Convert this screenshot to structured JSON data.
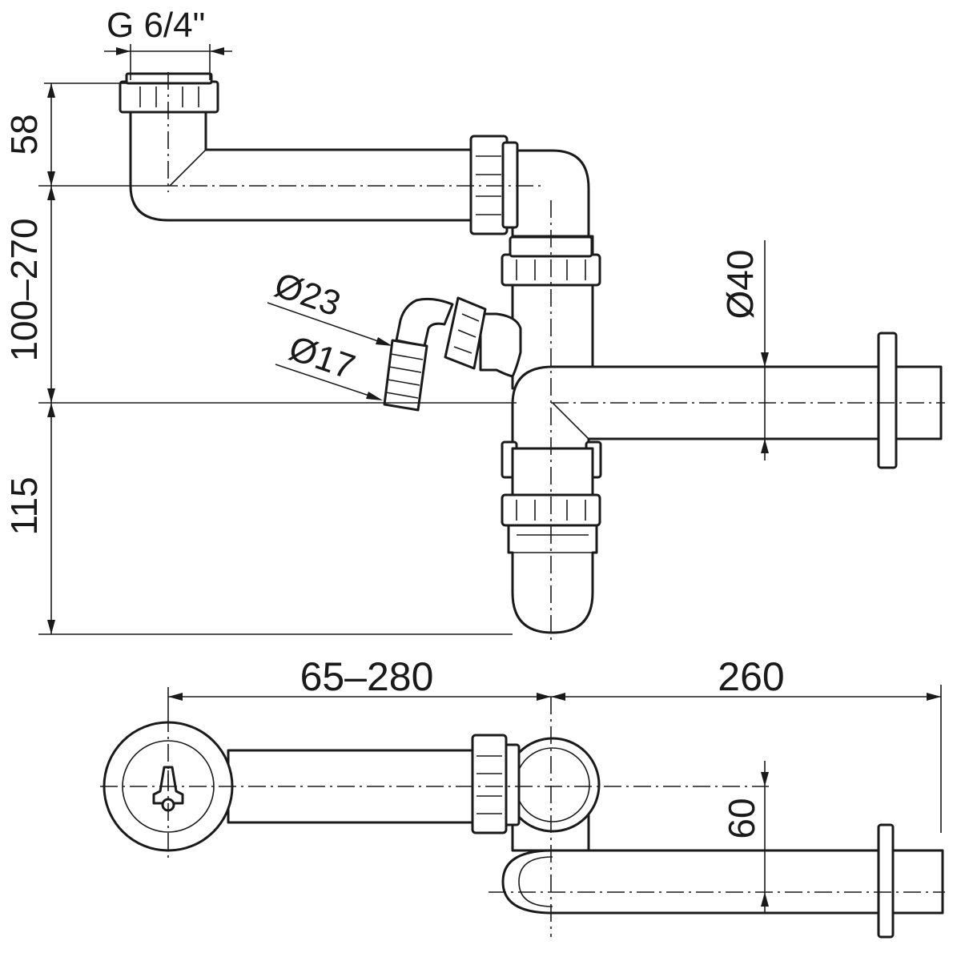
{
  "drawing": {
    "dimensions": {
      "thread": "G 6/4\"",
      "height_top": "58",
      "height_adjust": "100–270",
      "height_trap": "115",
      "dia_hose_outer": "Ø23",
      "dia_hose_inner": "Ø17",
      "dia_outlet": "Ø40",
      "length_adjust": "65–280",
      "length_outlet": "260",
      "offset": "60"
    },
    "colors": {
      "line": "#1a1a1a",
      "background": "#ffffff"
    }
  }
}
